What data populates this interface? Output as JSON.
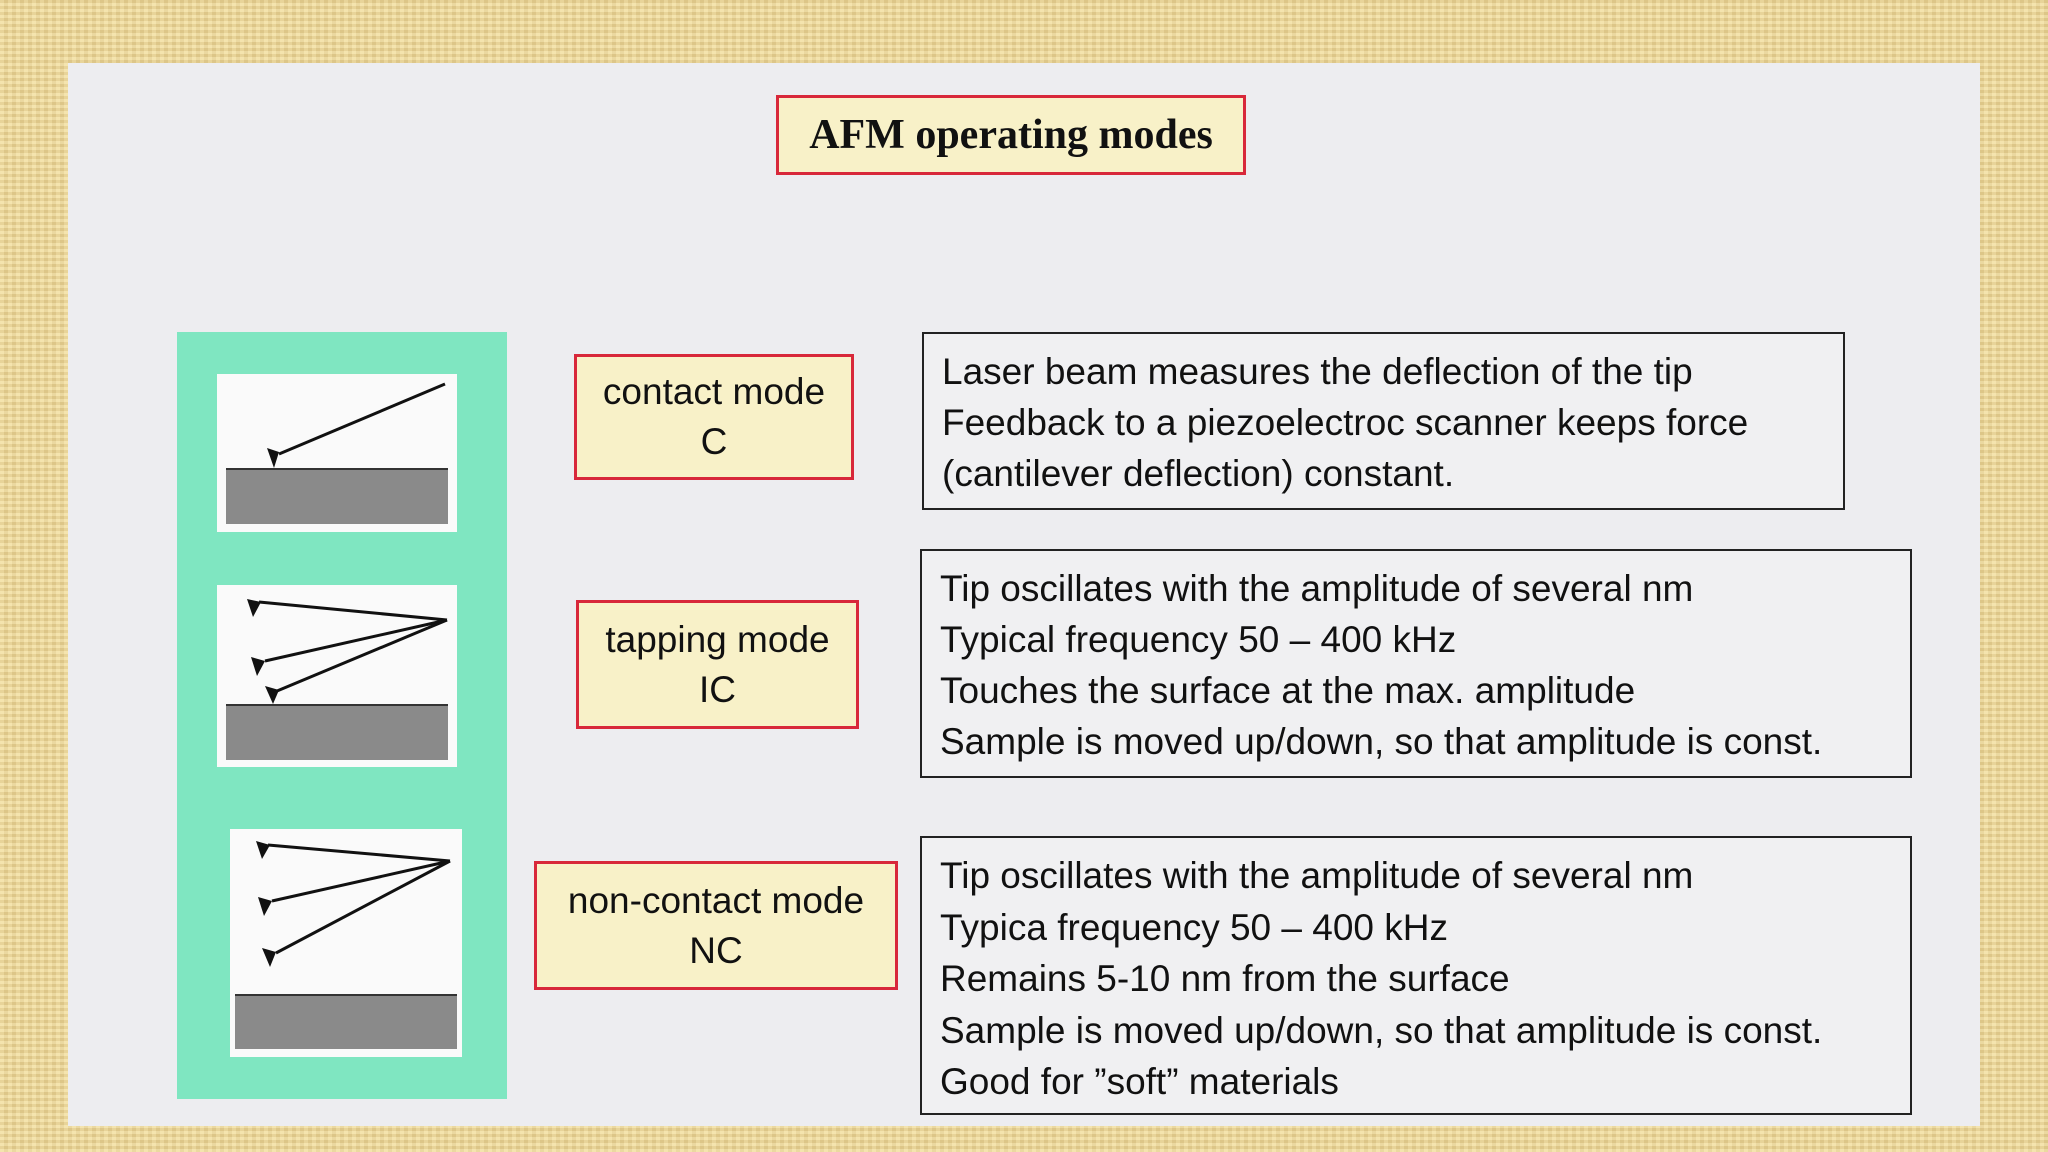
{
  "title": "AFM operating modes",
  "modes": [
    {
      "name": "contact mode",
      "abbr": "C",
      "lines": [
        "Laser beam measures the deflection of the tip",
        "Feedback to a piezoelectroc scanner keeps force",
        "(cantilever deflection) constant."
      ]
    },
    {
      "name": "tapping mode",
      "abbr": "IC",
      "lines": [
        "Tip oscillates with the amplitude of several nm",
        "Typical frequency 50 – 400 kHz",
        "Touches the surface at the max. amplitude",
        "Sample is moved up/down, so that amplitude is const."
      ]
    },
    {
      "name": "non-contact mode",
      "abbr": "NC",
      "lines": [
        "Tip oscillates with the amplitude of several nm",
        "Typica frequency 50 – 400 kHz",
        "Remains 5-10 nm from the surface",
        "Sample is moved up/down, so that amplitude is const.",
        "Good for ”soft” materials"
      ]
    }
  ],
  "colors": {
    "title_border": "#d8283a",
    "label_fill": "#f8f1c8",
    "figure_panel": "#7fe6c1",
    "slide_bg": "#ededf0"
  }
}
